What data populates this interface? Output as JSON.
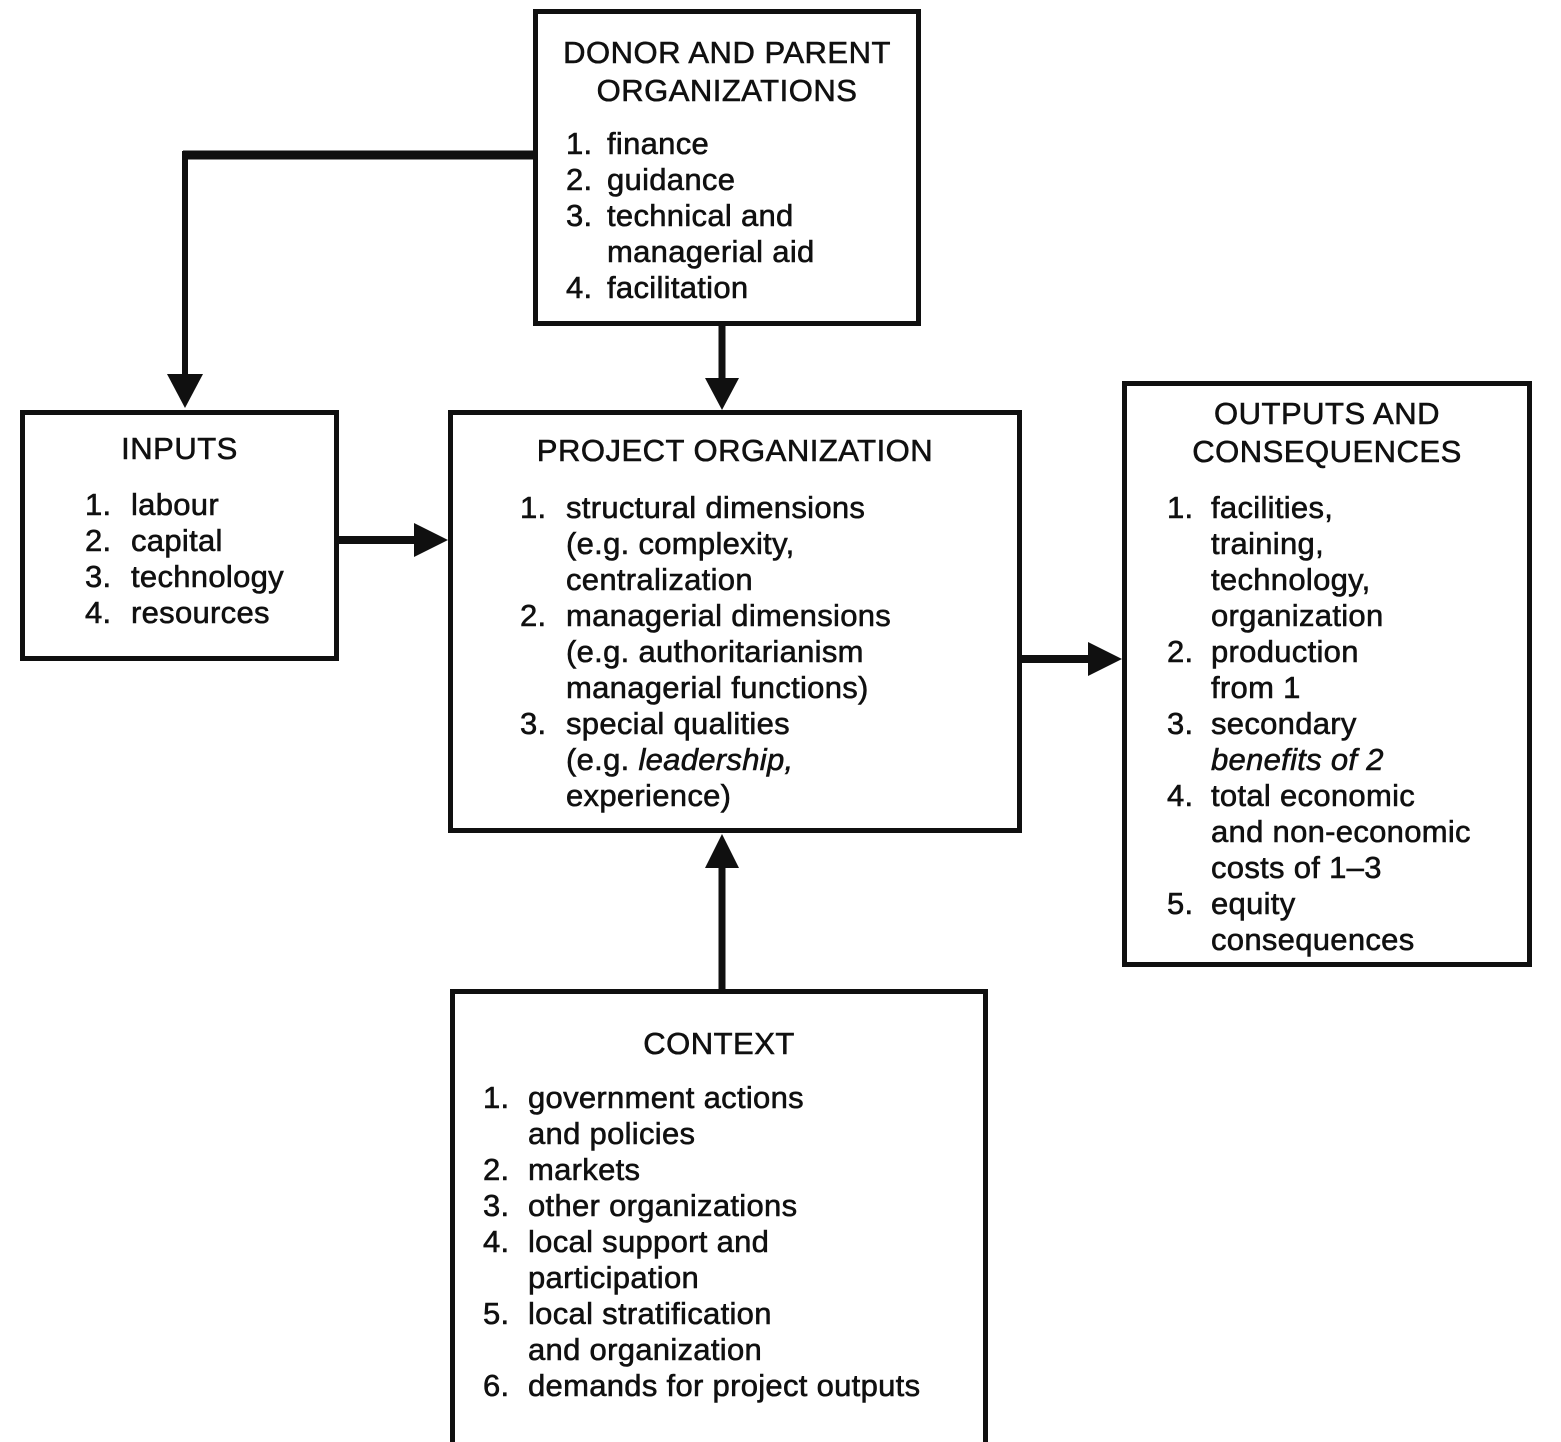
{
  "colors": {
    "ink": "#101010",
    "paper": "#ffffff"
  },
  "boxes": {
    "donor": {
      "title": "DONOR AND PARENT\nORGANIZATIONS",
      "items": [
        {
          "n": "1.",
          "parts": [
            {
              "t": "finance"
            }
          ]
        },
        {
          "n": "2.",
          "parts": [
            {
              "t": "guidance"
            }
          ]
        },
        {
          "n": "3.",
          "parts": [
            {
              "t": "technical and\nmanagerial aid"
            }
          ]
        },
        {
          "n": "4.",
          "parts": [
            {
              "t": "facilitation"
            }
          ]
        }
      ]
    },
    "inputs": {
      "title": "INPUTS",
      "items": [
        {
          "n": "1.",
          "parts": [
            {
              "t": "labour"
            }
          ]
        },
        {
          "n": "2.",
          "parts": [
            {
              "t": "capital"
            }
          ]
        },
        {
          "n": "3.",
          "parts": [
            {
              "t": "technology"
            }
          ]
        },
        {
          "n": "4.",
          "parts": [
            {
              "t": "resources"
            }
          ]
        }
      ]
    },
    "project": {
      "title": "PROJECT ORGANIZATION",
      "items": [
        {
          "n": "1.",
          "parts": [
            {
              "t": "structural dimensions\n(e.g. complexity,\ncentralization"
            }
          ]
        },
        {
          "n": "2.",
          "parts": [
            {
              "t": "managerial dimensions\n(e.g. authoritarianism\nmanagerial functions)"
            }
          ]
        },
        {
          "n": "3.",
          "parts": [
            {
              "t": "special qualities\n(e.g. "
            },
            {
              "t": "leadership,",
              "i": true
            },
            {
              "t": "\nexperience)"
            }
          ]
        }
      ]
    },
    "outputs": {
      "title": "OUTPUTS AND\nCONSEQUENCES",
      "items": [
        {
          "n": "1.",
          "parts": [
            {
              "t": "facilities,\ntraining,\ntechnology,\norganization"
            }
          ]
        },
        {
          "n": "2.",
          "parts": [
            {
              "t": "production\nfrom 1"
            }
          ]
        },
        {
          "n": "3.",
          "parts": [
            {
              "t": "secondary\n"
            },
            {
              "t": "benefits of 2",
              "i": true
            }
          ]
        },
        {
          "n": "4.",
          "parts": [
            {
              "t": "total economic\nand non-economic\ncosts of 1–3"
            }
          ]
        },
        {
          "n": "5.",
          "parts": [
            {
              "t": "equity\nconsequences"
            }
          ]
        }
      ]
    },
    "context": {
      "title": "CONTEXT",
      "items": [
        {
          "n": "1.",
          "parts": [
            {
              "t": "government actions\nand policies"
            }
          ]
        },
        {
          "n": "2.",
          "parts": [
            {
              "t": "markets"
            }
          ]
        },
        {
          "n": "3.",
          "parts": [
            {
              "t": "other organizations"
            }
          ]
        },
        {
          "n": "4.",
          "parts": [
            {
              "t": "local support and\nparticipation"
            }
          ]
        },
        {
          "n": "5.",
          "parts": [
            {
              "t": "local stratification\nand organization"
            }
          ]
        },
        {
          "n": "6.",
          "parts": [
            {
              "t": "demands for project outputs"
            }
          ]
        }
      ]
    }
  },
  "arrows": [
    {
      "name": "arrow-donor-to-inputs",
      "from": "donor",
      "to": "inputs"
    },
    {
      "name": "arrow-donor-to-project",
      "from": "donor",
      "to": "project"
    },
    {
      "name": "arrow-inputs-to-project",
      "from": "inputs",
      "to": "project"
    },
    {
      "name": "arrow-project-to-outputs",
      "from": "project",
      "to": "outputs"
    },
    {
      "name": "arrow-context-to-project",
      "from": "context",
      "to": "project"
    }
  ]
}
